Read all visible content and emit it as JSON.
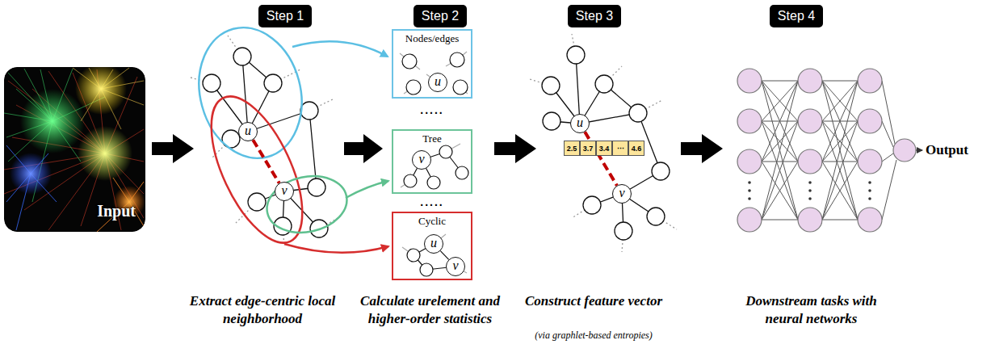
{
  "diagram": {
    "nodes": [
      {
        "text": [
          "Input"
        ]
      },
      {
        "text": [
          "Step 1"
        ]
      },
      {
        "text": [
          "u"
        ]
      },
      {
        "text": [
          "v"
        ]
      },
      {
        "text": [
          "Step 2"
        ]
      },
      {
        "text": [
          "Nodes/edges"
        ]
      },
      {
        "text": [
          "u"
        ],
        "in": 5
      },
      {
        "text": [
          "Tree"
        ]
      },
      {
        "text": [
          "v"
        ],
        "in": 7
      },
      {
        "text": [
          "Cyclic"
        ]
      },
      {
        "text": [
          "u"
        ],
        "in": 9
      },
      {
        "text": [
          "v"
        ],
        "in": 9
      },
      {
        "text": [
          "Step 3"
        ]
      },
      {
        "text": [
          "u"
        ]
      },
      {
        "text": [
          "v"
        ]
      },
      {
        "text": [
          "Step 4"
        ]
      }
    ],
    "edges": [
      {
        "from": 2,
        "to": 3,
        "arrow": "none"
      },
      {
        "from": 10,
        "to": 11,
        "arrow": "none"
      },
      {
        "from": 13,
        "to": 14,
        "arrow": "none"
      }
    ],
    "labels": [
      ".....",
      ".....",
      "2.5",
      "3.7",
      "3.4",
      "⋯",
      "4.6",
      "Extract edge-centric local neighborhood",
      "Calculate urelement and higher-order statistics",
      "Construct feature vector",
      "(via graphlet-based entropies)",
      "Downstream tasks with neural networks",
      "Output"
    ]
  }
}
